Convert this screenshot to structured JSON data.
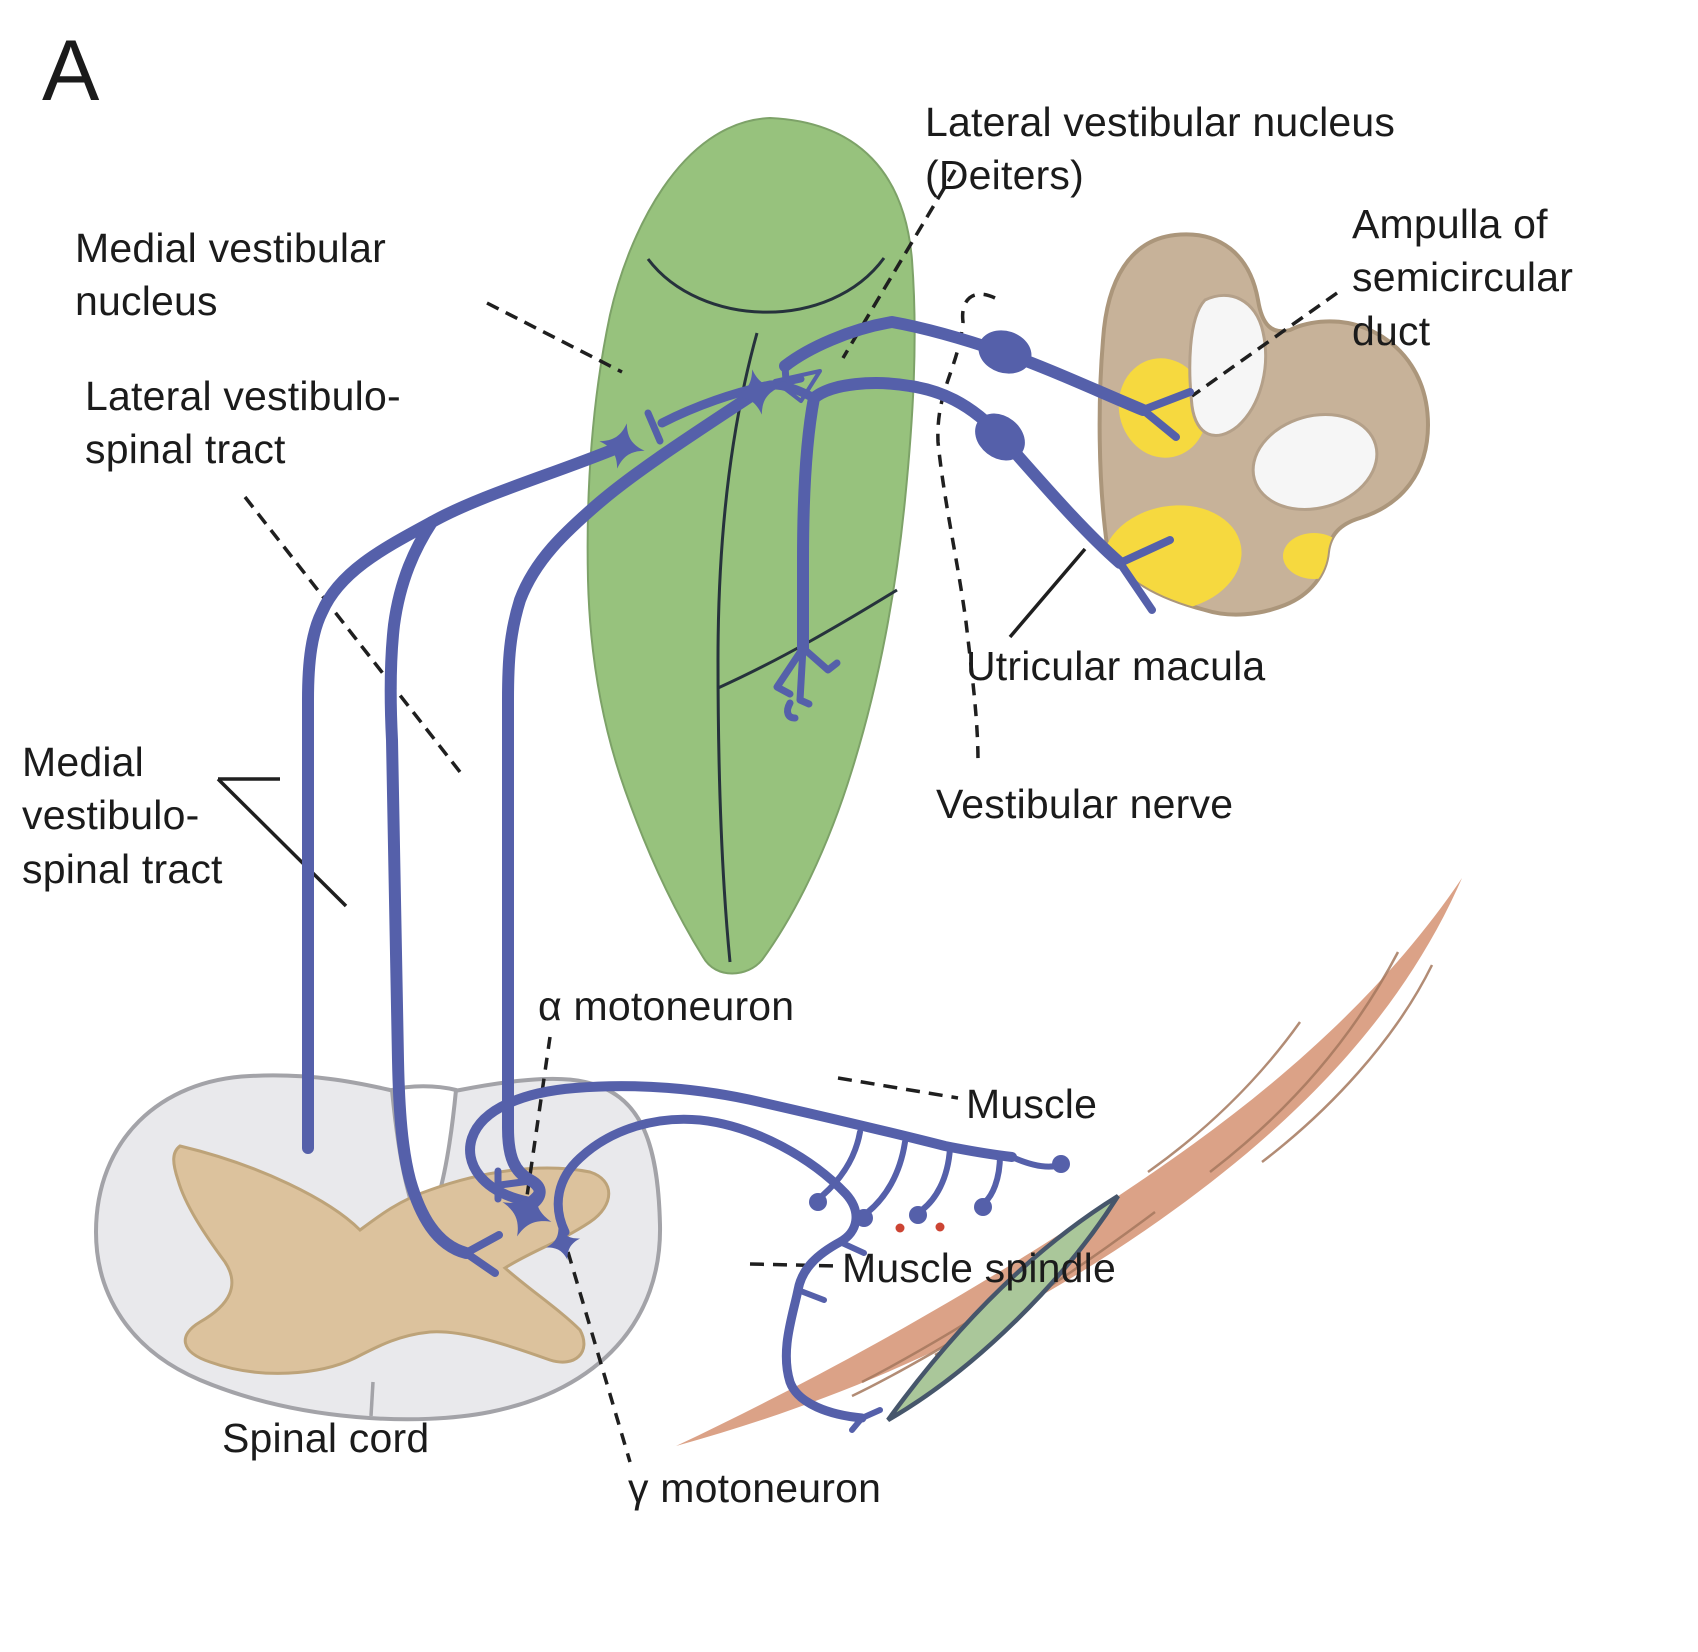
{
  "figure": {
    "panel_letter": "A",
    "description": "Vestibulospinal pathways diagram"
  },
  "labels": {
    "medial_vestibular_nucleus": "Medial vestibular\nnucleus",
    "lateral_vestibulospinal_tract": "Lateral vestibulo-\nspinal tract",
    "medial_vestibulospinal_tract": "Medial\nvestibulo-\nspinal tract",
    "lateral_vestibular_nucleus": "Lateral vestibular nucleus\n(Deiters)",
    "ampulla": "Ampulla of\nsemicircular\nduct",
    "utricular_macula": "Utricular macula",
    "vestibular_nerve": "Vestibular nerve",
    "alpha_motoneuron": "α motoneuron",
    "gamma_motoneuron": "γ motoneuron",
    "muscle": "Muscle",
    "muscle_spindle": "Muscle spindle",
    "spinal_cord": "Spinal cord"
  },
  "colors": {
    "brainstem_green": "#97c27d",
    "pathway_blue": "#5560aa",
    "labyrinth_tan": "#c7b299",
    "labyrinth_edge": "#ab967b",
    "macula_yellow": "#f6d93f",
    "cord_white_matter": "#e9e9ec",
    "cord_edge": "#a3a3a8",
    "gray_matter_tan": "#dcc29d",
    "gray_matter_edge": "#bda379",
    "muscle_salmon": "#dba287",
    "muscle_fiber_line": "#a5785e",
    "spindle_green": "#aac79a",
    "spindle_edge": "#46566b",
    "ink": "#1b1b1b",
    "endplate_red": "#cc4433",
    "interior_line": "#26323c",
    "hole_white": "#f6f6f6"
  }
}
